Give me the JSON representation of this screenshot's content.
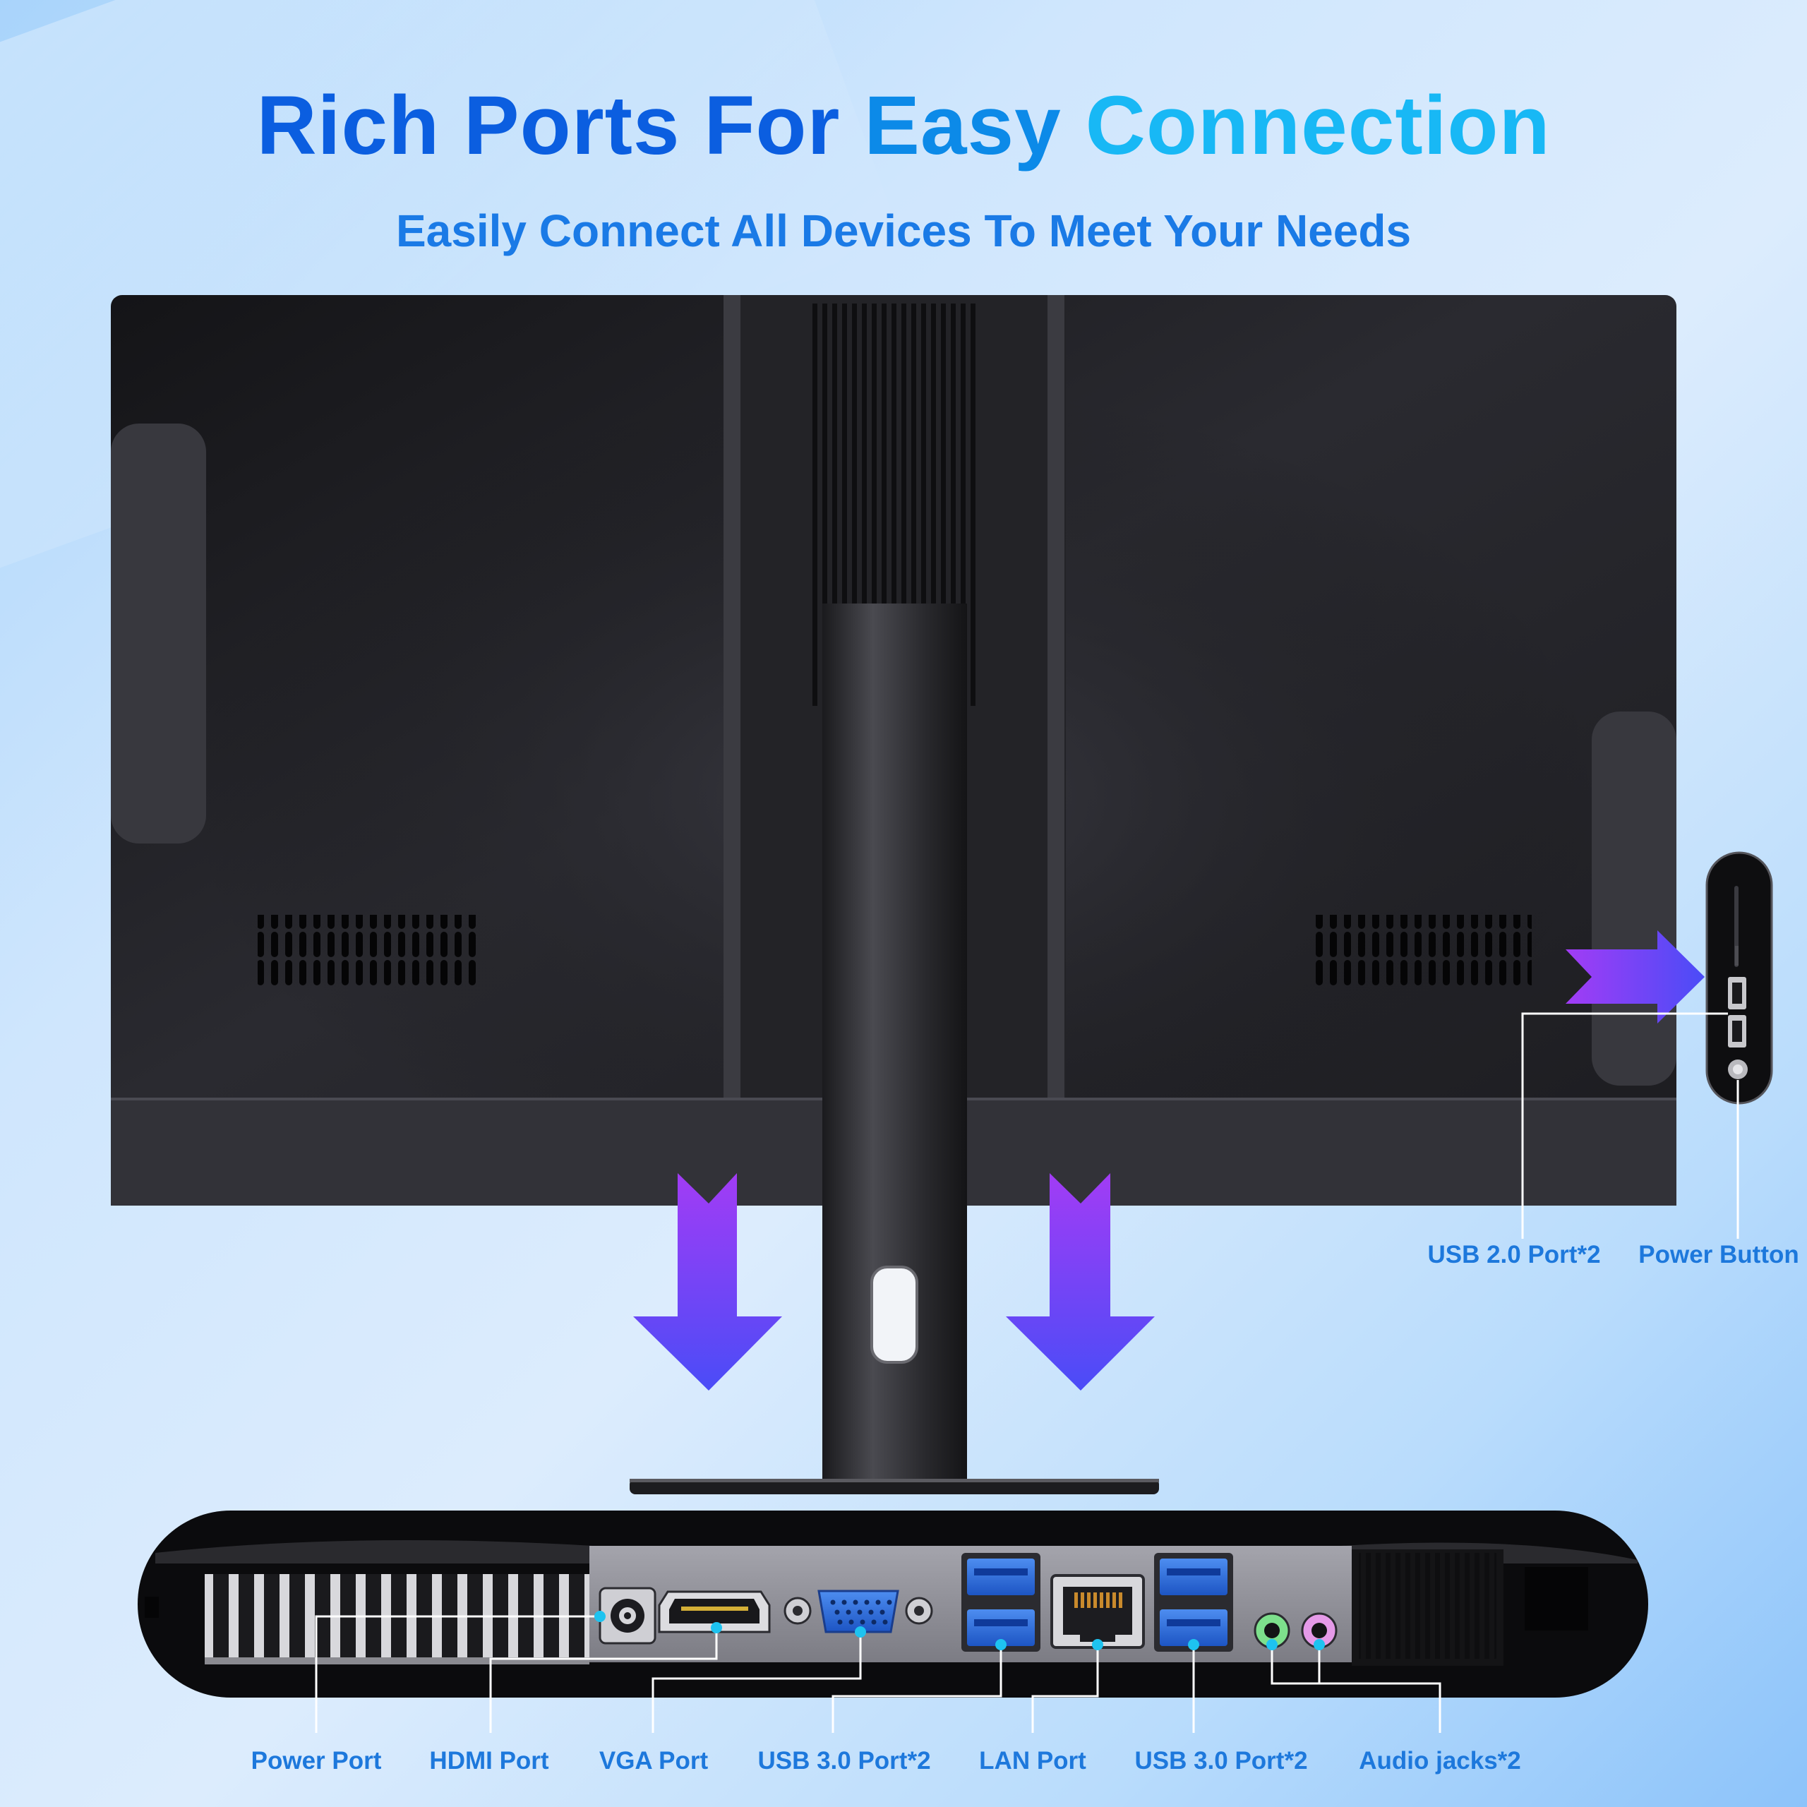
{
  "heading": {
    "title_part1": "Rich Ports For",
    "title_part2": "Easy",
    "title_part3": "Connection",
    "subtitle": "Easily Connect All Devices To Meet Your Needs"
  },
  "side_ports": {
    "usb2": "USB 2.0 Port*2",
    "power_button": "Power Button"
  },
  "bottom_ports": [
    {
      "id": "power",
      "label": "Power Port",
      "icon": "power-port-icon"
    },
    {
      "id": "hdmi",
      "label": "HDMI Port",
      "icon": "hdmi-port-icon"
    },
    {
      "id": "vga",
      "label": "VGA Port",
      "icon": "vga-port-icon"
    },
    {
      "id": "usb3a",
      "label": "USB 3.0 Port*2",
      "icon": "usb-port-icon"
    },
    {
      "id": "lan",
      "label": "LAN Port",
      "icon": "lan-port-icon"
    },
    {
      "id": "usb3b",
      "label": "USB 3.0 Port*2",
      "icon": "usb-port-icon"
    },
    {
      "id": "audio",
      "label": "Audio jacks*2",
      "icon": "audio-jack-icon"
    }
  ],
  "colors": {
    "title_dark": "#0b5ee0",
    "title_mid": "#0c8ae8",
    "title_light": "#18b8f5",
    "label": "#1d78dc",
    "arrow_top": "#a23cf5",
    "arrow_bottom": "#4a4cf7"
  }
}
